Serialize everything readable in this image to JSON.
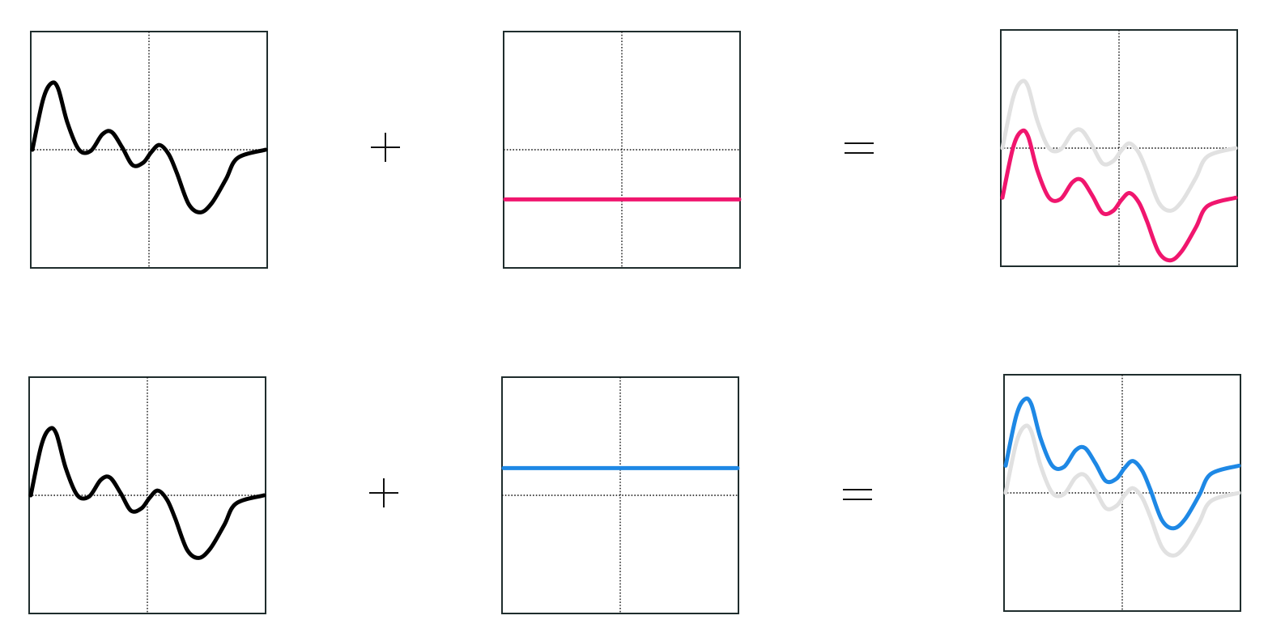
{
  "colors": {
    "base_curve": "#000000",
    "ghost_curve": "#e1e1e1",
    "shift_down": "#f0166e",
    "shift_up": "#1e88e5"
  },
  "rows": [
    {
      "name": "row-shift-down",
      "constant": -0.42,
      "color": "#f0166e",
      "operators": [
        "plus",
        "equals"
      ]
    },
    {
      "name": "row-shift-up",
      "constant": 0.23,
      "color": "#1e88e5",
      "operators": [
        "plus",
        "equals"
      ]
    }
  ]
}
